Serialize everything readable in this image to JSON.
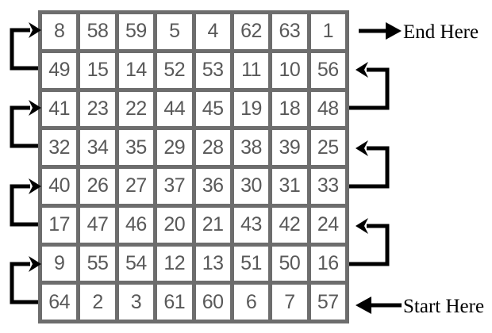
{
  "title": "Boustrophedon serpentine numbering grid",
  "colors": {
    "grid_line": "#6d6d6d",
    "cell_background": "#ffffff",
    "cell_text": "#595959",
    "arrow": "#000000",
    "page_background": "#ffffff"
  },
  "grid": {
    "rows": 8,
    "cols": 8,
    "values": [
      [
        8,
        58,
        59,
        5,
        4,
        62,
        63,
        1
      ],
      [
        49,
        15,
        14,
        52,
        53,
        11,
        10,
        56
      ],
      [
        41,
        23,
        22,
        44,
        45,
        19,
        18,
        48
      ],
      [
        32,
        34,
        35,
        29,
        28,
        38,
        39,
        25
      ],
      [
        40,
        26,
        27,
        37,
        36,
        30,
        31,
        33
      ],
      [
        17,
        47,
        46,
        20,
        21,
        43,
        42,
        24
      ],
      [
        9,
        55,
        54,
        12,
        13,
        51,
        50,
        16
      ],
      [
        64,
        2,
        3,
        61,
        60,
        6,
        7,
        57
      ]
    ]
  },
  "annotations": {
    "end_label": "End Here",
    "start_label": "Start Here",
    "end_arrow_icon": "arrow-right-icon",
    "start_arrow_icon": "arrow-left-icon",
    "left_connector_icon": "u-turn-left-icon",
    "right_connector_icon": "u-turn-right-icon",
    "left_connector_count": 4,
    "right_connector_count": 3
  }
}
